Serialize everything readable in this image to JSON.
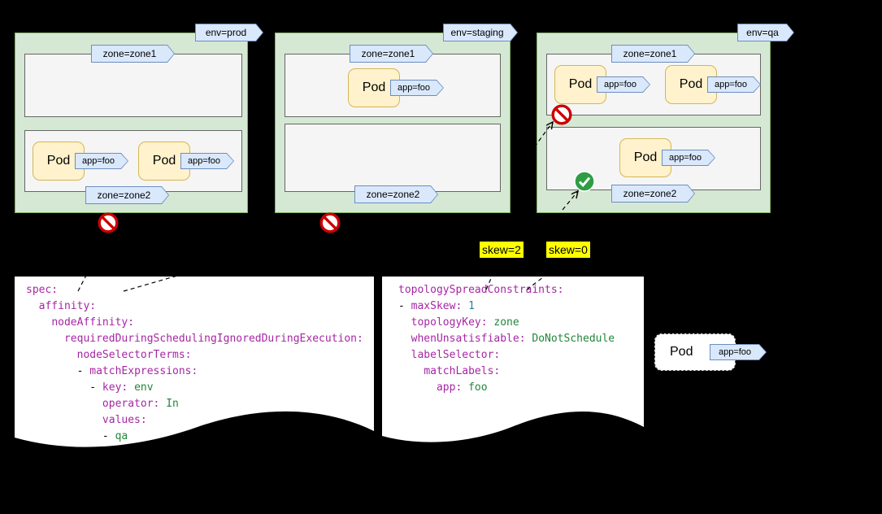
{
  "diagram": {
    "pod_label": "Pod",
    "app_tag": "app=foo",
    "clusters": [
      {
        "env_label": "env=prod",
        "zones": [
          {
            "label": "zone=zone1",
            "pod_count": 0
          },
          {
            "label": "zone=zone2",
            "pod_count": 2
          }
        ],
        "verdict": "blocked"
      },
      {
        "env_label": "env=staging",
        "zones": [
          {
            "label": "zone=zone1",
            "pod_count": 1
          },
          {
            "label": "zone=zone2",
            "pod_count": 0
          }
        ],
        "verdict": "blocked"
      },
      {
        "env_label": "env=qa",
        "zones": [
          {
            "label": "zone=zone1",
            "pod_count": 2
          },
          {
            "label": "zone=zone2",
            "pod_count": 1
          }
        ],
        "verdict": "zone1-blocked-zone2-allowed"
      }
    ],
    "skew_labels": [
      "skew=2",
      "skew=0"
    ],
    "incoming_pod": {
      "label": "Pod",
      "tag": "app=foo"
    }
  },
  "code_snippets": [
    {
      "name": "node-affinity",
      "lines": [
        [
          {
            "c": "key",
            "t": "spec:"
          }
        ],
        [
          {
            "c": "plain",
            "t": "  "
          },
          {
            "c": "key",
            "t": "affinity:"
          }
        ],
        [
          {
            "c": "plain",
            "t": "    "
          },
          {
            "c": "key",
            "t": "nodeAffinity:"
          }
        ],
        [
          {
            "c": "plain",
            "t": "      "
          },
          {
            "c": "key",
            "t": "requiredDuringSchedulingIgnoredDuringExecution:"
          }
        ],
        [
          {
            "c": "plain",
            "t": "        "
          },
          {
            "c": "key",
            "t": "nodeSelectorTerms:"
          }
        ],
        [
          {
            "c": "plain",
            "t": "        - "
          },
          {
            "c": "key",
            "t": "matchExpressions:"
          }
        ],
        [
          {
            "c": "plain",
            "t": "          - "
          },
          {
            "c": "key",
            "t": "key:"
          },
          {
            "c": "plain",
            "t": " "
          },
          {
            "c": "val",
            "t": "env"
          }
        ],
        [
          {
            "c": "plain",
            "t": "            "
          },
          {
            "c": "key",
            "t": "operator:"
          },
          {
            "c": "plain",
            "t": " "
          },
          {
            "c": "val",
            "t": "In"
          }
        ],
        [
          {
            "c": "plain",
            "t": "            "
          },
          {
            "c": "key",
            "t": "values:"
          }
        ],
        [
          {
            "c": "plain",
            "t": "            - "
          },
          {
            "c": "val",
            "t": "qa"
          }
        ]
      ]
    },
    {
      "name": "topology-spread-constraints",
      "lines": [
        [
          {
            "c": "key",
            "t": "topologySpreadConstraints:"
          }
        ],
        [
          {
            "c": "plain",
            "t": "- "
          },
          {
            "c": "key",
            "t": "maxSkew:"
          },
          {
            "c": "plain",
            "t": " "
          },
          {
            "c": "num",
            "t": "1"
          }
        ],
        [
          {
            "c": "plain",
            "t": "  "
          },
          {
            "c": "key",
            "t": "topologyKey:"
          },
          {
            "c": "plain",
            "t": " "
          },
          {
            "c": "val",
            "t": "zone"
          }
        ],
        [
          {
            "c": "plain",
            "t": "  "
          },
          {
            "c": "key",
            "t": "whenUnsatisfiable:"
          },
          {
            "c": "plain",
            "t": " "
          },
          {
            "c": "val",
            "t": "DoNotSchedule"
          }
        ],
        [
          {
            "c": "plain",
            "t": "  "
          },
          {
            "c": "key",
            "t": "labelSelector:"
          }
        ],
        [
          {
            "c": "plain",
            "t": "    "
          },
          {
            "c": "key",
            "t": "matchLabels:"
          }
        ],
        [
          {
            "c": "plain",
            "t": "      "
          },
          {
            "c": "key",
            "t": "app:"
          },
          {
            "c": "plain",
            "t": " "
          },
          {
            "c": "val",
            "t": "foo"
          }
        ]
      ]
    }
  ],
  "colors": {
    "background": "#000000",
    "cluster_bg": "#D5E8D4",
    "cluster_border": "#82B366",
    "zone_bg": "#F5F5F5",
    "zone_border": "#666666",
    "pod_bg": "#FFF2CC",
    "pod_border": "#D6B656",
    "tag_bg": "#DAE8FC",
    "tag_border": "#6C8EBF",
    "skew_highlight": "#FFFF00",
    "blocked_red": "#CC0000",
    "allowed_green": "#2E9E44",
    "code_key": "#A626A4",
    "code_value": "#22863A",
    "code_number": "#267F99"
  }
}
